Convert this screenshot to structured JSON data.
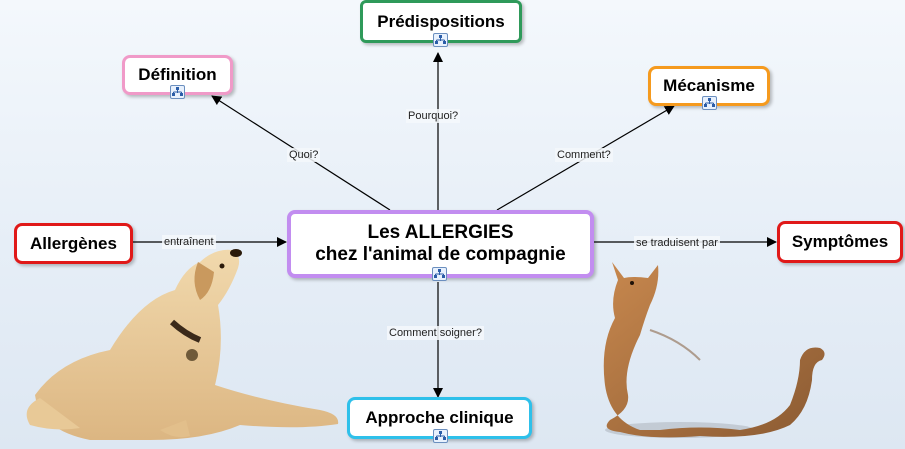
{
  "center": {
    "line1": "Les ALLERGIES",
    "line2": "chez l'animal de compagnie",
    "border": "#c28df0"
  },
  "nodes": {
    "predispositions": {
      "label": "Prédispositions",
      "border": "#2f9a5a"
    },
    "definition": {
      "label": "Définition",
      "border": "#f09ac8"
    },
    "mecanisme": {
      "label": "Mécanisme",
      "border": "#f59a1e"
    },
    "allergenes": {
      "label": "Allergènes",
      "border": "#e01919"
    },
    "symptomes": {
      "label": "Symptômes",
      "border": "#e01919"
    },
    "approche": {
      "label": "Approche clinique",
      "border": "#2ec0ea"
    }
  },
  "links": {
    "quoi": "Quoi?",
    "pourquoi": "Pourquoi?",
    "comment": "Comment?",
    "entrainent": "entraînent",
    "se_traduisent": "se traduisent par",
    "comment_soigner": "Comment soigner?"
  },
  "icons": {
    "submap": "submap-icon",
    "dog": "dog-illustration",
    "cat": "cat-illustration"
  }
}
